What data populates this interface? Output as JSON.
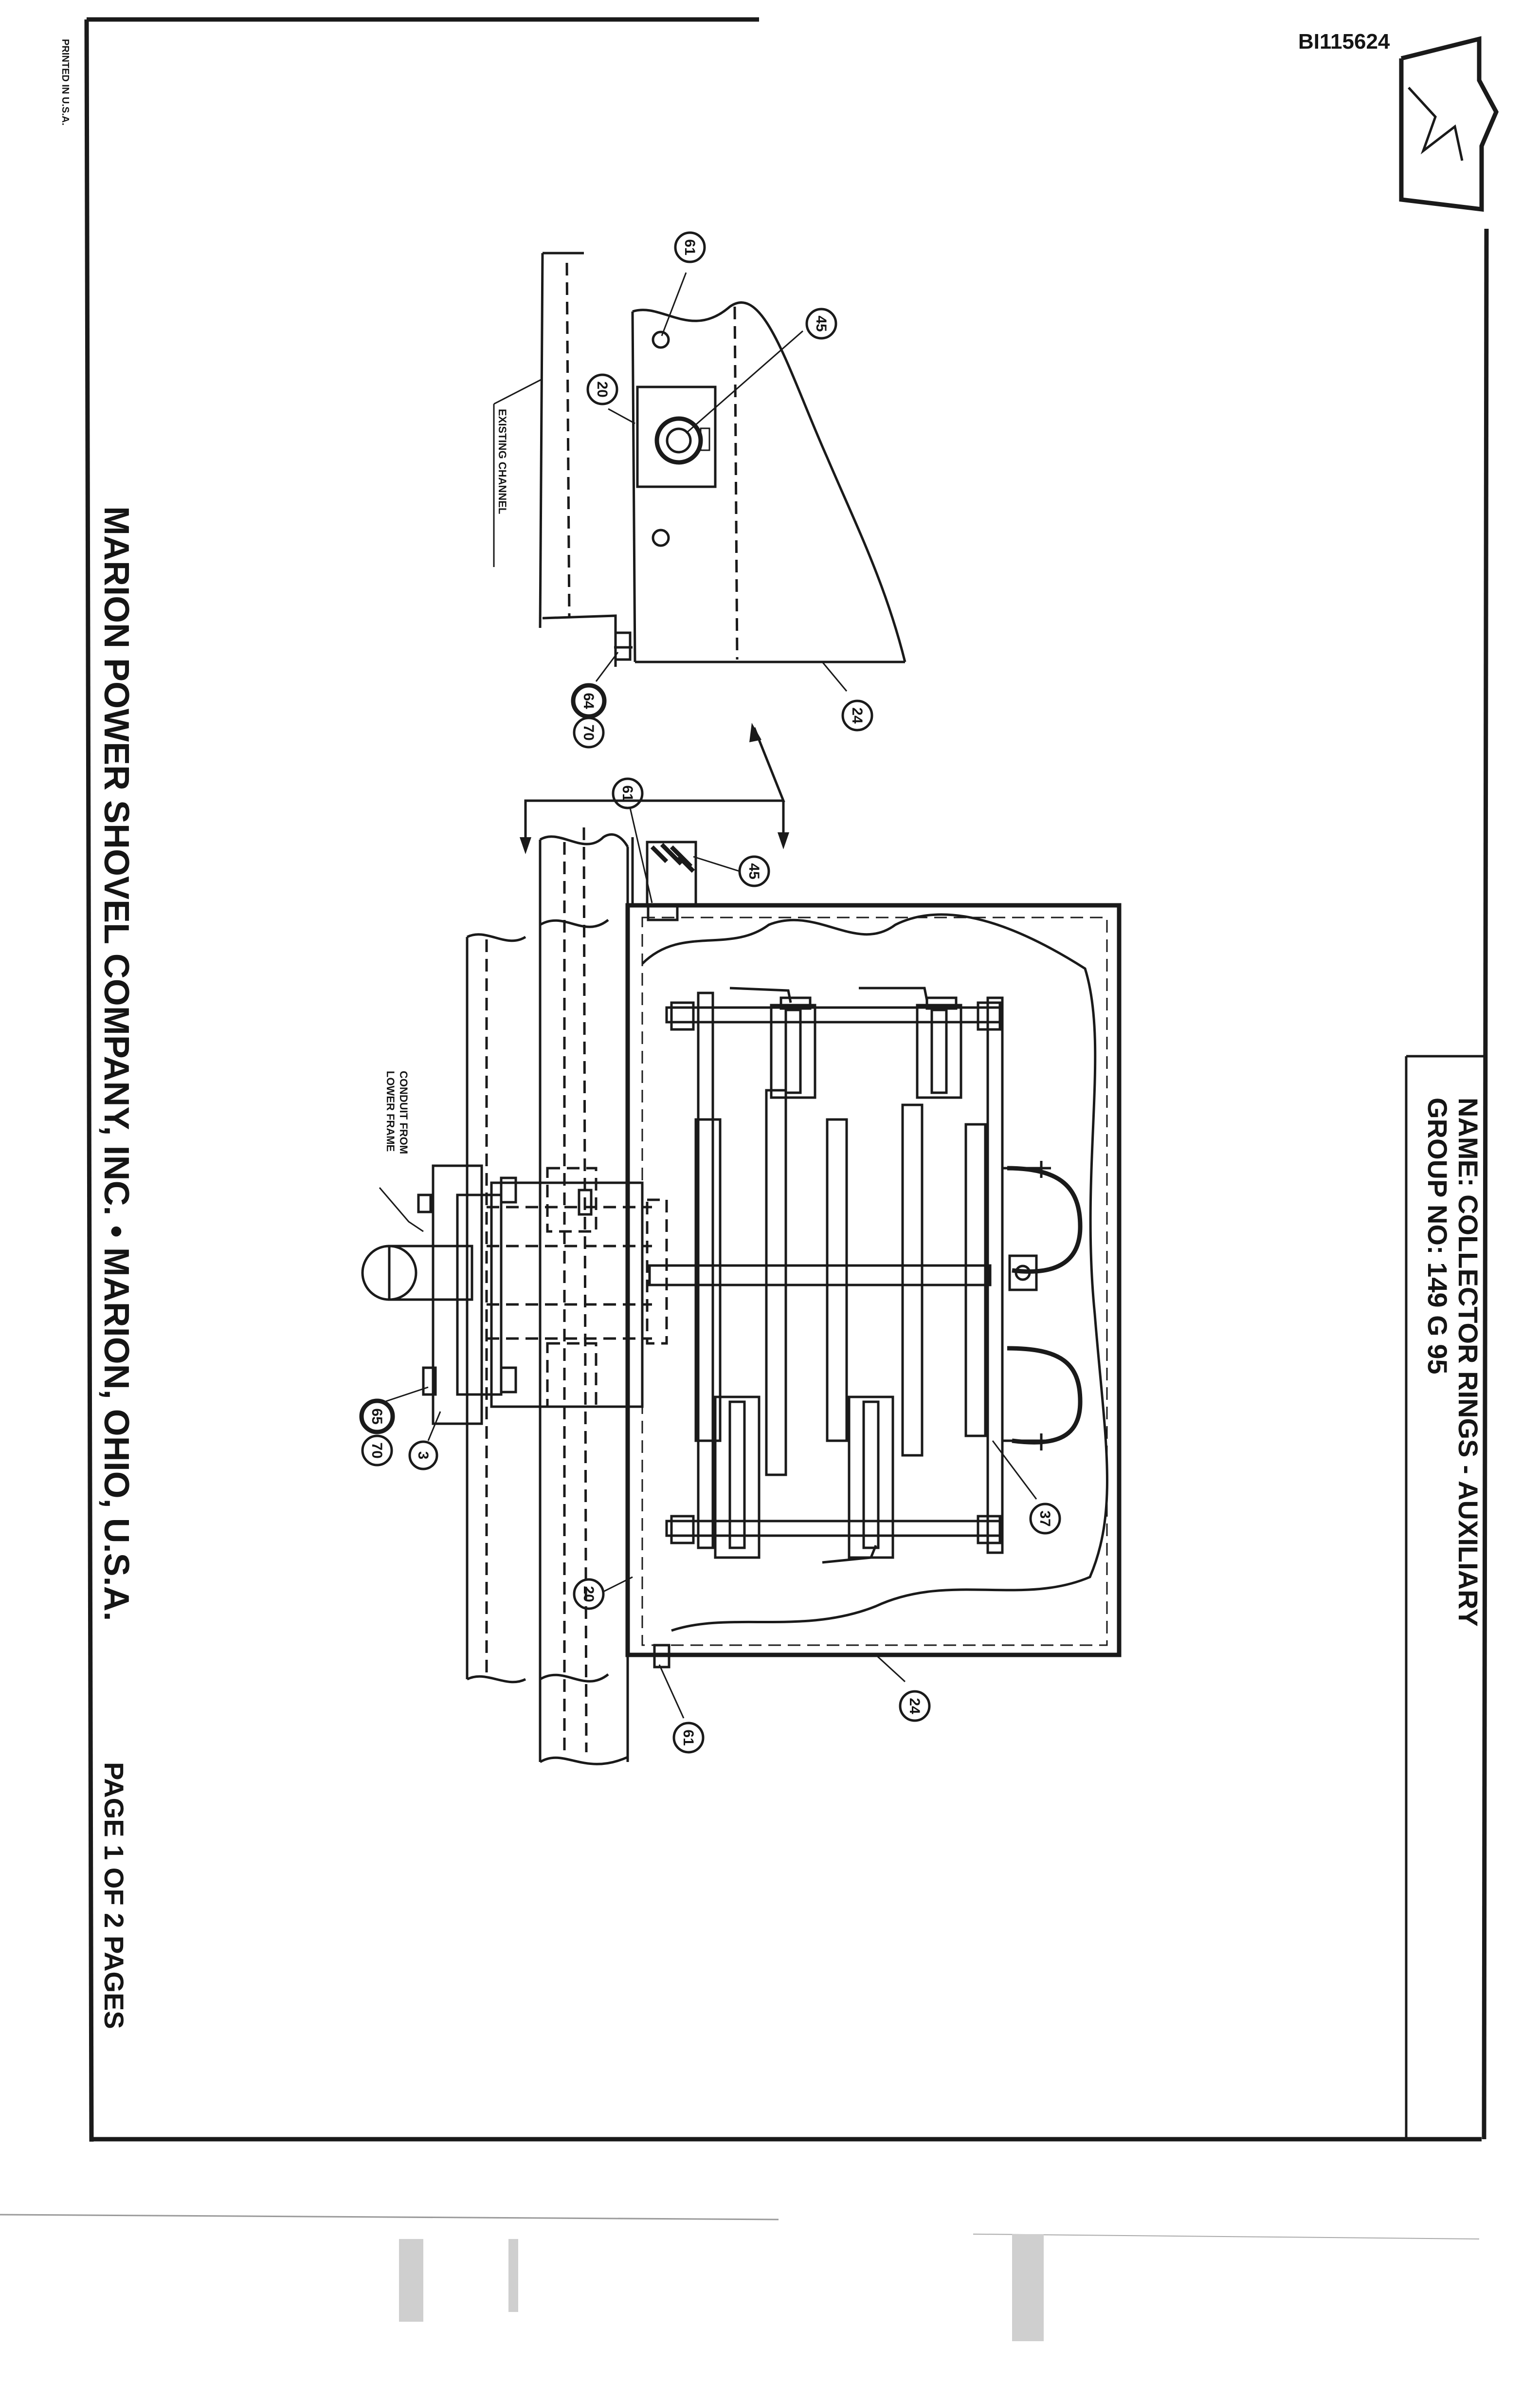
{
  "document": {
    "doc_id": "BI115624",
    "printed_in": "PRINTED IN U.S.A.",
    "name_line": "NAME: COLLECTOR RINGS - AUXILIARY",
    "group_line": "GROUP NO: 149 G 95",
    "company_line": "MARION POWER SHOVEL COMPANY, INC. • MARION, OHIO, U.S.A.",
    "page_line": "PAGE 1 OF 2 PAGES"
  },
  "labels": {
    "existing_channel": "EXISTING CHANNEL",
    "conduit_line1": "CONDUIT FROM",
    "conduit_line2": "LOWER FRAME"
  },
  "callouts": {
    "c61_top": "61",
    "c20_top": "20",
    "c45_top": "45",
    "c24_top": "24",
    "c64_top": "64",
    "c70_top": "70",
    "c61_mid": "61",
    "c45_mid": "45",
    "c37": "37",
    "c3": "3",
    "c65": "65",
    "c70_mid": "70",
    "c20_bottom": "20",
    "c24_bottom": "24",
    "c61_bottom": "61"
  }
}
